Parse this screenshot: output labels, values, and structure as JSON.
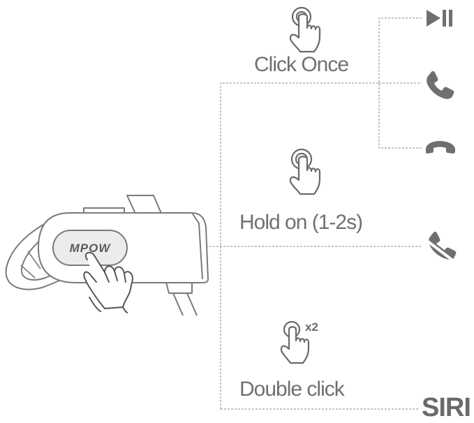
{
  "colors": {
    "line": "#8a8a8a",
    "icon": "#6f6f6f",
    "text": "#707070"
  },
  "brand": {
    "logo_text": "MPOW"
  },
  "actions": [
    {
      "label": "Click Once",
      "icon": "tap-finger-icon"
    },
    {
      "label": "Hold on (1-2s)",
      "icon": "tap-finger-icon"
    },
    {
      "label": "Double click",
      "icon": "double-tap-finger-icon",
      "badge": "x2"
    }
  ],
  "functions": [
    {
      "icon": "play-pause-icon"
    },
    {
      "icon": "phone-answer-icon"
    },
    {
      "icon": "phone-hangup-icon"
    },
    {
      "icon": "phone-reject-icon"
    },
    {
      "text": "SIRI"
    }
  ]
}
